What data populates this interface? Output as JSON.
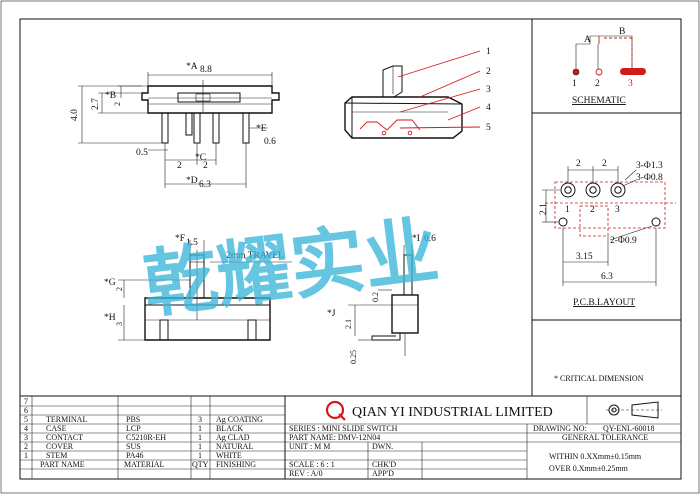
{
  "dimensions": {
    "A": "*A",
    "A_val": "8.8",
    "B": "*B",
    "B_val": "2",
    "height_val": "4.0",
    "depth_val": "2.7",
    "E": "*E",
    "E_val": "0.6",
    "pin_w": "0.5",
    "C": "*C",
    "C_left": "2",
    "C_val": "2",
    "D": "*D",
    "D_val": "6.3",
    "F": "*F",
    "F_val": "1.5",
    "travel": "2mm TRAVEL",
    "G": "*G",
    "G_val": "2",
    "H": "*H",
    "H_val": "3",
    "I": "*I",
    "I_val": "0.6",
    "J": "*J",
    "J_val": "2.1",
    "side_small": "0.2",
    "side_pin": "0.25"
  },
  "callouts": [
    "1",
    "2",
    "3",
    "4",
    "5"
  ],
  "schematic": {
    "label_a": "A",
    "label_b": "B",
    "pin1": "1",
    "pin2": "2",
    "pin3": "3",
    "title": "SCHEMATIC"
  },
  "pcb": {
    "title": "P.C.B.LAYOUT",
    "hole_large": "3-Φ1.3",
    "hole_small": "3-Φ0.8",
    "mount_hole": "2-Φ0.9",
    "pitch1": "2",
    "pitch2": "2",
    "row_h": "2.1",
    "inner": "3.15",
    "overall": "6.3",
    "pin1": "1",
    "pin2": "2",
    "pin3": "3"
  },
  "critical_note": "* CRITICAL  DIMENSION",
  "watermark": "乾耀实业",
  "bom": {
    "rows": [
      {
        "no": "7",
        "part": "",
        "material": "",
        "qty": "",
        "finish": ""
      },
      {
        "no": "6",
        "part": "",
        "material": "",
        "qty": "",
        "finish": ""
      },
      {
        "no": "5",
        "part": "TERMINAL",
        "material": "PBS",
        "qty": "3",
        "finish": "Ag COATING"
      },
      {
        "no": "4",
        "part": "CASE",
        "material": "LCP",
        "qty": "1",
        "finish": "BLACK"
      },
      {
        "no": "3",
        "part": "CONTACT",
        "material": "C5210R-EH",
        "qty": "1",
        "finish": "Ag CLAD"
      },
      {
        "no": "2",
        "part": "COVER",
        "material": "SUS",
        "qty": "1",
        "finish": "NATURAL"
      },
      {
        "no": "1",
        "part": "STEM",
        "material": "PA46",
        "qty": "1",
        "finish": "WHITE"
      }
    ],
    "header": {
      "part": "PART NAME",
      "material": "MATERIAL",
      "qty": "QTY",
      "finish": "FINISHING"
    }
  },
  "title_block": {
    "company": "QIAN YI INDUSTRIAL LIMITED",
    "logo": "Q",
    "series": "SERIES : MINI SLIDE SWITCH",
    "part_name": "PART NAME: DMV-12N04",
    "unit": "UNIT : M M",
    "scale": "SCALE : 6 : 1",
    "rev": "REV   : A/0",
    "dwn": "DWN.",
    "chkd": "CHK'D",
    "appd": "APP'D",
    "drawing_no_label": "DRAWING NO:",
    "drawing_no": "QY-ENL-60018",
    "tolerance_title": "GENERAL TOLERANCE",
    "tol1": "WITHIN 0.XXmm±0.15mm",
    "tol2": "OVER   0.Xmm±0.25mm"
  }
}
